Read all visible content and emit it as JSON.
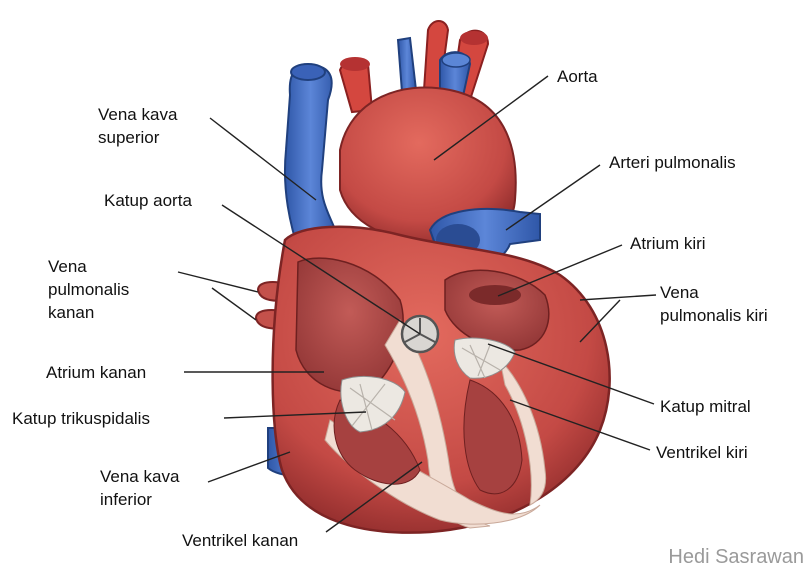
{
  "diagram": {
    "labels": {
      "aorta": "Aorta",
      "vena_kava_superior_1": "Vena kava",
      "vena_kava_superior_2": "superior",
      "arteri_pulmonalis": "Arteri pulmonalis",
      "katup_aorta": "Katup aorta",
      "atrium_kiri": "Atrium kiri",
      "vena_pulmonalis_kanan_1": "Vena",
      "vena_pulmonalis_kanan_2": "pulmonalis",
      "vena_pulmonalis_kanan_3": "kanan",
      "vena_pulmonalis_kiri_1": "Vena",
      "vena_pulmonalis_kiri_2": "pulmonalis kiri",
      "atrium_kanan": "Atrium kanan",
      "katup_trikuspidalis": "Katup trikuspidalis",
      "katup_mitral": "Katup mitral",
      "ventrikel_kiri": "Ventrikel kiri",
      "vena_kava_inferior_1": "Vena kava",
      "vena_kava_inferior_2": "inferior",
      "ventrikel_kanan": "Ventrikel kanan"
    },
    "credit": "Hedi Sasrawan"
  },
  "colors": {
    "vein": "#4a73c9",
    "vein_dark": "#2c4f9a",
    "artery": "#d8433f",
    "muscle": "#c7514c",
    "muscle_dark": "#9e3333",
    "chamber": "#b84a4a",
    "septum": "#f1ddd2",
    "valve": "#ece8e2"
  }
}
